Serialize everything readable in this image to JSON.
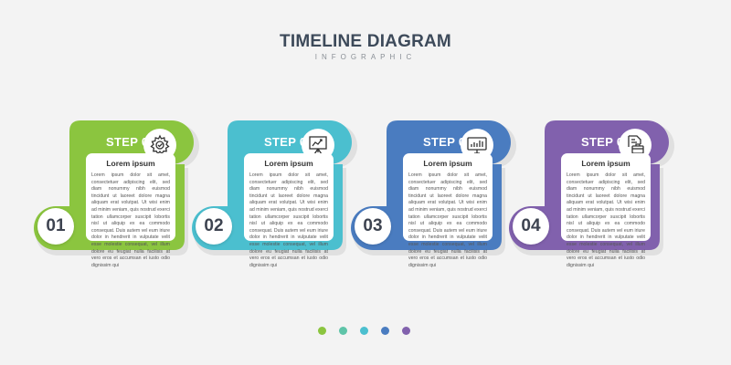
{
  "header": {
    "title": "TIMELINE DIAGRAM",
    "subtitle": "INFOGRAPHIC"
  },
  "steps": [
    {
      "label": "STEP 01",
      "number": "01",
      "color": "#8bc53f",
      "icon": "gear-icon",
      "card_title": "Lorem ipsum",
      "card_text": "Lorem ipsum dolor sit amet, consectetuer adipiscing elit, sed diam nonummy nibh euismod tincidunt ut laoreet dolore magna aliquam erat volutpat. Ut wisi enim ad minim veniam, quis nostrud exerci tation ullamcorper suscipit lobortis nisl ut aliquip ex ea commodo consequat. Duis autem vel eum iriure dolor in hendrerit in vulputate velit esse molestie consequat, vel illum dolore eu feugiat nulla facilisis at vero eros et accumsan et iusto odio dignissim qui"
    },
    {
      "label": "STEP 02",
      "number": "02",
      "color": "#4bbfcf",
      "icon": "presentation-board-icon",
      "card_title": "Lorem ipsum",
      "card_text": "Lorem ipsum dolor sit amet, consectetuer adipiscing elit, sed diam nonummy nibh euismod tincidunt ut laoreet dolore magna aliquam erat volutpat. Ut wisi enim ad minim veniam, quis nostrud exerci tation ullamcorper suscipit lobortis nisl ut aliquip ex ea commodo consequat. Duis autem vel eum iriure dolor in hendrerit in vulputate velit esse molestie consequat, vel illum dolore eu feugiat nulla facilisis at vero eros et accumsan et iusto odio dignissim qui"
    },
    {
      "label": "STEP 03",
      "number": "03",
      "color": "#4a7cc0",
      "icon": "monitor-chart-icon",
      "card_title": "Lorem ipsum",
      "card_text": "Lorem ipsum dolor sit amet, consectetuer adipiscing elit, sed diam nonummy nibh euismod tincidunt ut laoreet dolore magna aliquam erat volutpat. Ut wisi enim ad minim veniam, quis nostrud exerci tation ullamcorper suscipit lobortis nisl ut aliquip ex ea commodo consequat. Duis autem vel eum iriure dolor in hendrerit in vulputate velit esse molestie consequat, vel illum dolore eu feugiat nulla facilisis at vero eros et accumsan et iusto odio dignissim qui"
    },
    {
      "label": "STEP 04",
      "number": "04",
      "color": "#8161ad",
      "icon": "document-briefcase-icon",
      "card_title": "Lorem ipsum",
      "card_text": "Lorem ipsum dolor sit amet, consectetuer adipiscing elit, sed diam nonummy nibh euismod tincidunt ut laoreet dolore magna aliquam erat volutpat. Ut wisi enim ad minim veniam, quis nostrud exerci tation ullamcorper suscipit lobortis nisl ut aliquip ex ea commodo consequat. Duis autem vel eum iriure dolor in hendrerit in vulputate velit esse molestie consequat, vel illum dolore eu feugiat nulla facilisis at vero eros et accumsan et iusto odio dignissim qui"
    }
  ],
  "footer_dots": [
    "#8bc53f",
    "#5ec4a8",
    "#4bbfcf",
    "#4a7cc0",
    "#8161ad"
  ]
}
